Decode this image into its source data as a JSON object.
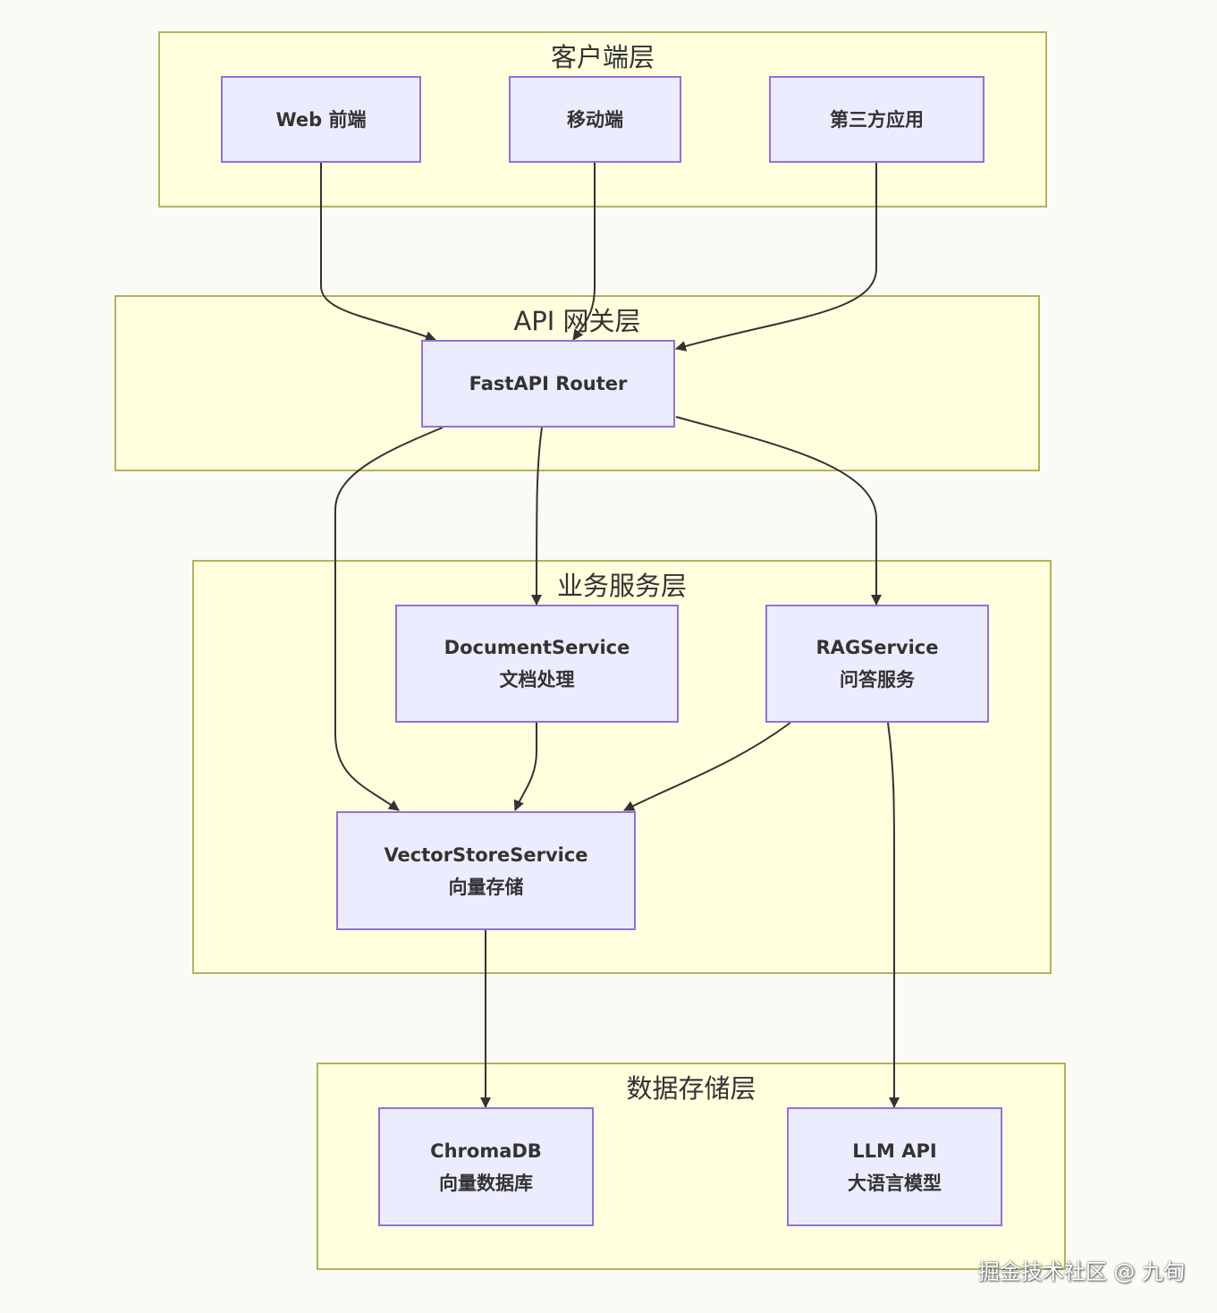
{
  "layers": {
    "client": "客户端层",
    "gateway": "API 网关层",
    "service": "业务服务层",
    "storage": "数据存储层"
  },
  "nodes": {
    "web": [
      "Web 前端"
    ],
    "mobile": [
      "移动端"
    ],
    "thirdparty": [
      "第三方应用"
    ],
    "router": [
      "FastAPI Router"
    ],
    "docservice": [
      "DocumentService",
      "文档处理"
    ],
    "ragservice": [
      "RAGService",
      "问答服务"
    ],
    "vectorstore": [
      "VectorStoreService",
      "向量存储"
    ],
    "chromadb": [
      "ChromaDB",
      "向量数据库"
    ],
    "llm": [
      "LLM API",
      "大语言模型"
    ]
  },
  "watermark": "掘金技术社区 @ 九旬",
  "colors": {
    "layer_fill": "#ffffde",
    "layer_border": "#b3b35a",
    "node_fill": "#ececff",
    "node_border": "#9370db",
    "edge": "#333333"
  }
}
